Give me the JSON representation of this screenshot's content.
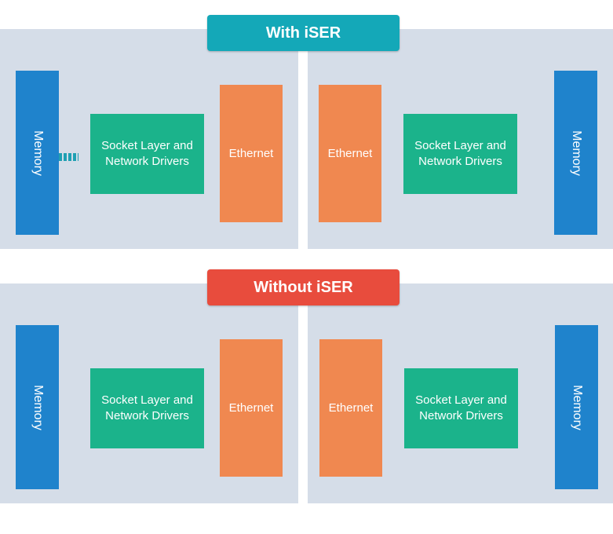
{
  "colors": {
    "panel_bg": "#d5dde8",
    "memory": "#1f83cc",
    "socket": "#1bb38b",
    "ethernet": "#f08850",
    "with_banner": "#14a8b8",
    "without_banner": "#e84c3d"
  },
  "with_iser": {
    "title": "With iSER",
    "left": {
      "memory": "Memory",
      "socket": "Socket Layer and\nNetwork Drivers",
      "ethernet": "Ethernet"
    },
    "right": {
      "memory": "Memory",
      "socket": "Socket Layer and\nNetwork Drivers",
      "ethernet": "Ethernet"
    }
  },
  "without_iser": {
    "title": "Without iSER",
    "left": {
      "memory": "Memory",
      "socket": "Socket Layer and\nNetwork Drivers",
      "ethernet": "Ethernet"
    },
    "right": {
      "memory": "Memory",
      "socket": "Socket Layer and\nNetwork Drivers",
      "ethernet": "Ethernet"
    }
  }
}
